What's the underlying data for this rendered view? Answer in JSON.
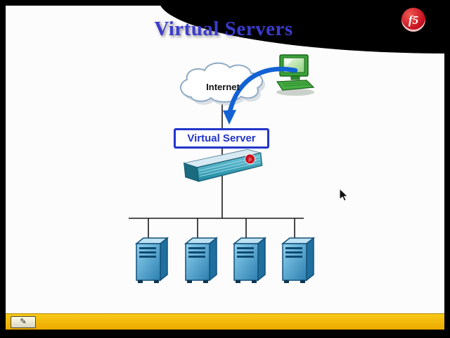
{
  "slide": {
    "title": "Virtual Servers",
    "logo": {
      "text": "f5",
      "color": "#c8101e"
    },
    "diagram": {
      "internet_label": "Internet",
      "virtual_server_label": "Virtual Server",
      "appliance_logo": "f5",
      "server_count": 4
    },
    "colors": {
      "title_blue": "#3b3bcd",
      "virtual_server_blue": "#2236c9",
      "arrow_blue": "#1262d4",
      "server_blue": "#2f86ba",
      "toolbar_yellow": "#f2b90c",
      "logo_red": "#c8101e"
    }
  },
  "toolbar": {
    "pencil_icon": "✎"
  }
}
